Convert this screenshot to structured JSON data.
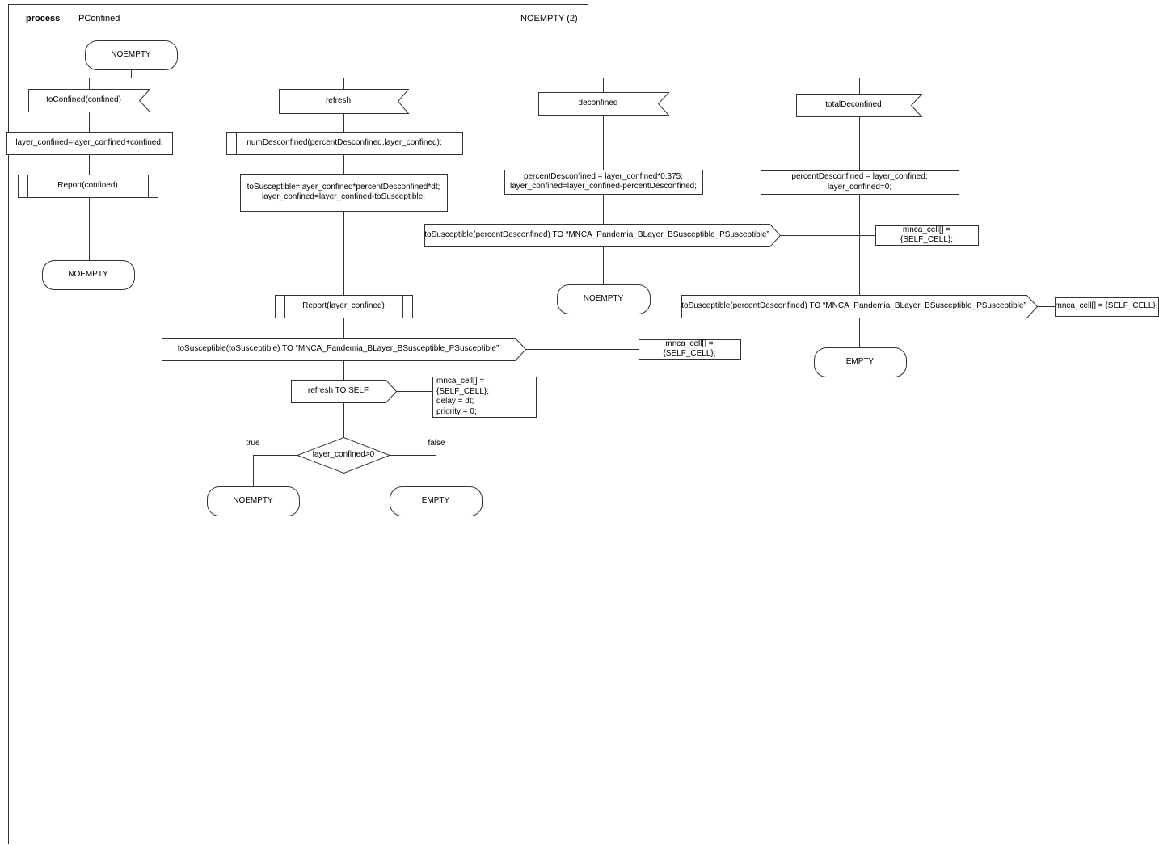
{
  "header": {
    "kind_label": "process",
    "process_name": "PConfined",
    "state_ref": "NOEMPTY (2)"
  },
  "start_state": {
    "label": "NOEMPTY"
  },
  "branch1": {
    "input": "toConfined(confined)",
    "task": "layer_confined=layer_confined+confined;",
    "procedure": "Report(confined)",
    "next_state": "NOEMPTY"
  },
  "branch2": {
    "input": "refresh",
    "procedure1": "numDesconfined(percentDesconfined,layer_confined);",
    "task": "toSusceptible=layer_confined*percentDesconfined*dt;\nlayer_confined=layer_confined-toSusceptible;",
    "procedure2": "Report(layer_confined)",
    "output1": "toSusceptible(toSusceptible) TO “MNCA_Pandemia_BLayer_BSusceptible_PSusceptible”",
    "comment1": "mnca_cell[] = {SELF_CELL};",
    "output2": "refresh TO SELF",
    "comment2": "mnca_cell[] = {SELF_CELL};\ndelay = dt;\npriority = 0;",
    "decision": "layer_confined>0",
    "true_label": "true",
    "false_label": "false",
    "true_state": "NOEMPTY",
    "false_state": "EMPTY"
  },
  "branch3": {
    "input": "deconfined",
    "task": "percentDesconfined = layer_confined*0.375;\nlayer_confined=layer_confined-percentDesconfined;",
    "output": "toSusceptible(percentDesconfined) TO “MNCA_Pandemia_BLayer_BSusceptible_PSusceptible”",
    "comment": "mnca_cell[] = {SELF_CELL};",
    "next_state": "NOEMPTY"
  },
  "branch4": {
    "input": "totalDeconfined",
    "task": "percentDesconfined = layer_confined;\nlayer_confined=0;",
    "output": "toSusceptible(percentDesconfined) TO “MNCA_Pandemia_BLayer_BSusceptible_PSusceptible”",
    "comment": "mnca_cell[] = {SELF_CELL};",
    "next_state": "EMPTY"
  }
}
